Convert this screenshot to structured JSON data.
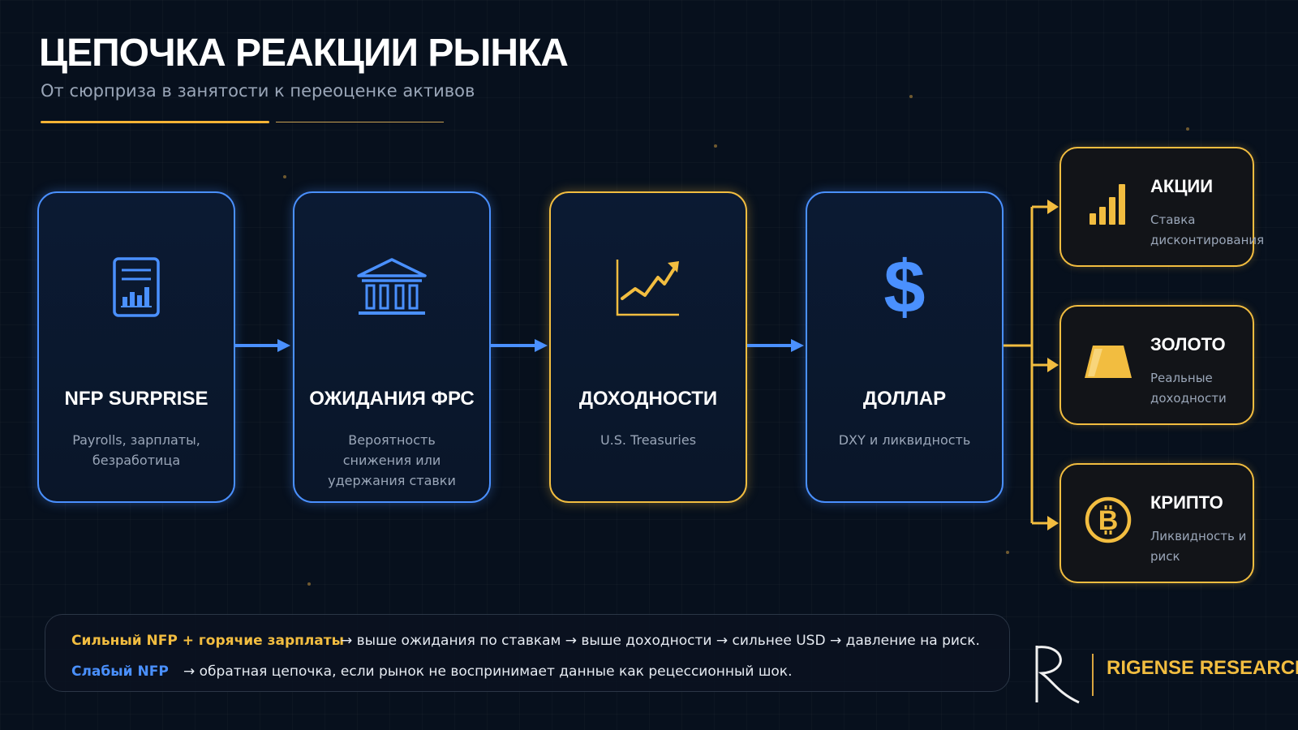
{
  "header": {
    "title": "ЦЕПОЧКА РЕАКЦИИ РЫНКА",
    "subtitle": "От сюрприза в занятости к переоценке активов"
  },
  "colors": {
    "accent_gold": "#f2bd40",
    "accent_blue": "#4a90ff",
    "background": "#07101d"
  },
  "chain": [
    {
      "title": "NFP SURPRISE",
      "desc": "Payrolls, зарплаты, безработица",
      "icon": "report-chart-icon",
      "accent": "blue"
    },
    {
      "title": "ОЖИДАНИЯ ФРС",
      "desc": "Вероятность снижения или удержания ставки",
      "icon": "bank-building-icon",
      "accent": "blue"
    },
    {
      "title": "ДОХОДНОСТИ",
      "desc": "U.S. Treasuries",
      "icon": "rising-line-chart-icon",
      "accent": "gold"
    },
    {
      "title": "ДОЛЛАР",
      "desc": "DXY и ликвидность",
      "icon": "dollar-sign-icon",
      "accent": "blue"
    }
  ],
  "outcomes": [
    {
      "title": "АКЦИИ",
      "desc": "Ставка дисконтирования",
      "icon": "bar-chart-icon"
    },
    {
      "title": "ЗОЛОТО",
      "desc": "Реальные доходности",
      "icon": "gold-bar-icon"
    },
    {
      "title": "КРИПТО",
      "desc": "Ликвидность и риск",
      "icon": "bitcoin-icon"
    }
  ],
  "notes": [
    {
      "label": "Сильный NFP + горячие зарплаты",
      "text": "→ выше ожидания по ставкам → выше доходности → сильнее USD → давление на риск."
    },
    {
      "label": "Слабый NFP",
      "text": "→ обратная цепочка, если рынок не воспринимает данные как рецессионный шок."
    }
  ],
  "brand": {
    "name": "RIGENSE RESEARCH"
  }
}
